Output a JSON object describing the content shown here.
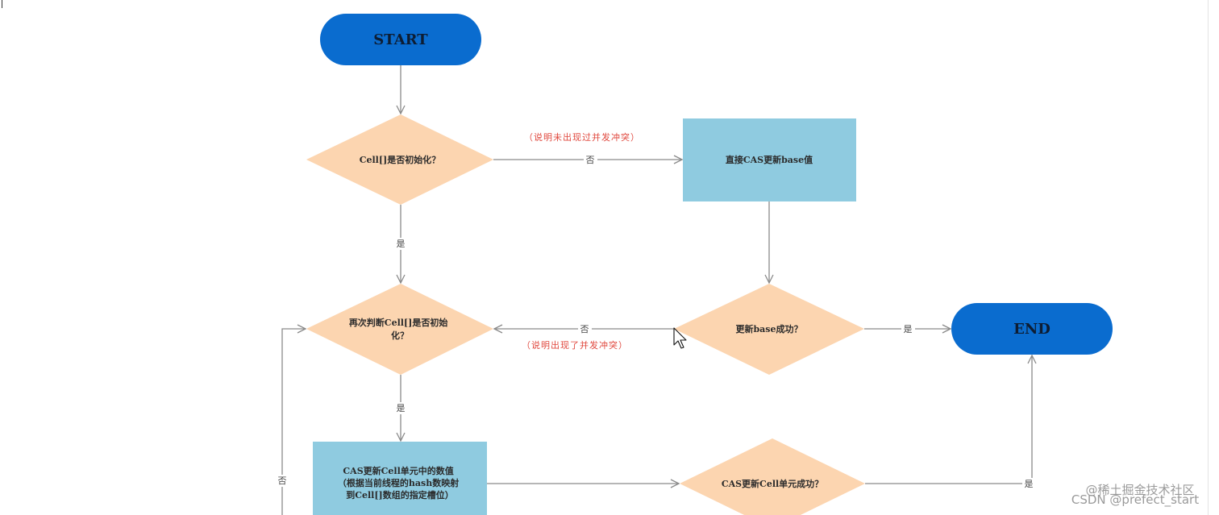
{
  "colors": {
    "terminal_fill": "#0a6ccf",
    "terminal_text": "#0d1d33",
    "decision_fill": "#fcd5b0",
    "process_fill": "#8fcbe0",
    "line": "#8a8a8a",
    "annotation": "#e0483e"
  },
  "nodes": {
    "start": {
      "label": "START"
    },
    "check_init": {
      "label": "Cell[]是否初始化？"
    },
    "direct_cas": {
      "label": "直接CAS更新base值"
    },
    "base_success": {
      "label": "更新base成功？"
    },
    "end": {
      "label": "END"
    },
    "recheck_init": {
      "lines": [
        "再次判断Cell[]是否初始",
        "化？"
      ]
    },
    "cas_cell": {
      "lines": [
        "CAS更新Cell单元中的数值",
        "（根据当前线程的hash数映射",
        "到Cell[]数组的指定槽位）"
      ]
    },
    "cell_success": {
      "label": "CAS更新Cell单元成功？"
    }
  },
  "edges": {
    "check_init_no": "否",
    "check_init_yes": "是",
    "base_success_yes": "是",
    "base_success_no": "否",
    "recheck_init_yes": "是",
    "cell_success_yes": "是",
    "cell_success_no": "否"
  },
  "annotations": {
    "no_conflict": "（说明未出现过并发冲突）",
    "conflict": "（说明出现了并发冲突）"
  },
  "watermark": {
    "juejin": "@稀土掘金技术社区",
    "csdn": "CSDN @prefect_start"
  }
}
